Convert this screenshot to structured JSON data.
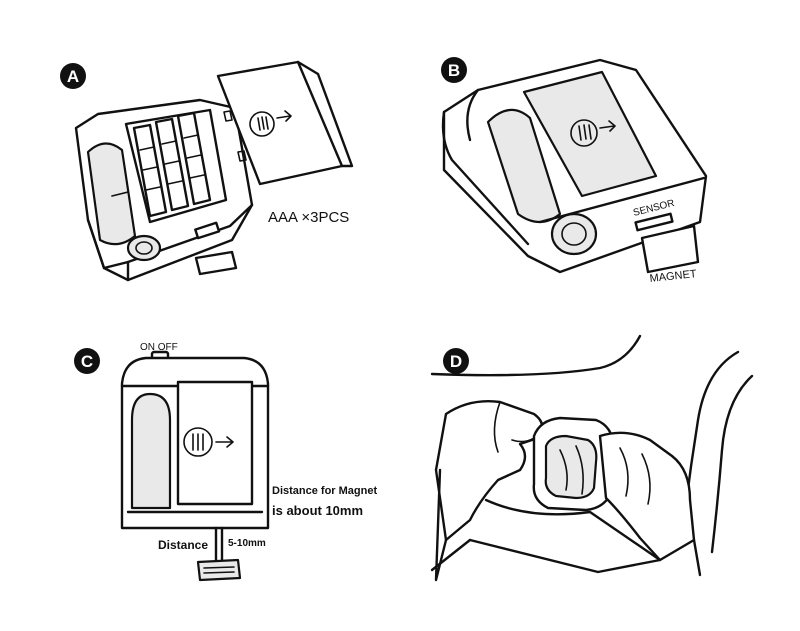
{
  "panels": [
    {
      "id": "A",
      "badge": "A",
      "caption": "AAA ×3PCS"
    },
    {
      "id": "B",
      "badge": "B",
      "sensor_label": "SENSOR",
      "magnet_label": "MAGNET"
    },
    {
      "id": "C",
      "badge": "C",
      "switch_label": "ON OFF",
      "note_line1": "Distance for Magnet",
      "note_line2": "is about 10mm",
      "distance_label": "Distance",
      "distance_value": "5-10mm"
    },
    {
      "id": "D",
      "badge": "D"
    }
  ]
}
